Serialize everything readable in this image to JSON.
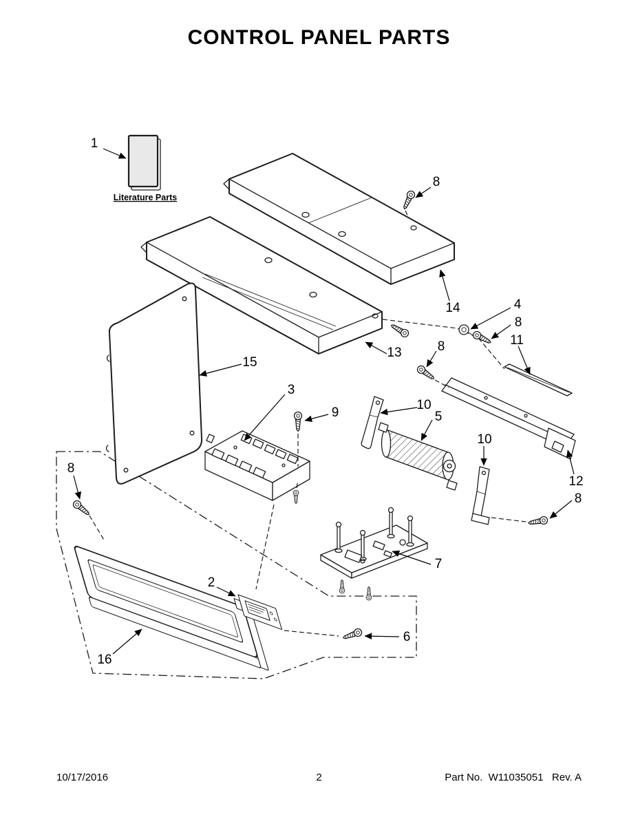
{
  "page": {
    "title": "CONTROL PANEL PARTS",
    "footer": {
      "date": "10/17/2016",
      "page_number": "2",
      "part_info": "Part No.  W11035051   Rev. A"
    }
  },
  "diagram": {
    "literature_label": "Literature Parts",
    "callouts": [
      {
        "label": "1"
      },
      {
        "label": "8"
      },
      {
        "label": "14"
      },
      {
        "label": "4"
      },
      {
        "label": "8"
      },
      {
        "label": "11"
      },
      {
        "label": "13"
      },
      {
        "label": "8"
      },
      {
        "label": "15"
      },
      {
        "label": "3"
      },
      {
        "label": "9"
      },
      {
        "label": "10"
      },
      {
        "label": "5"
      },
      {
        "label": "10"
      },
      {
        "label": "12"
      },
      {
        "label": "8"
      },
      {
        "label": "8"
      },
      {
        "label": "7"
      },
      {
        "label": "2"
      },
      {
        "label": "6"
      },
      {
        "label": "16"
      }
    ]
  }
}
